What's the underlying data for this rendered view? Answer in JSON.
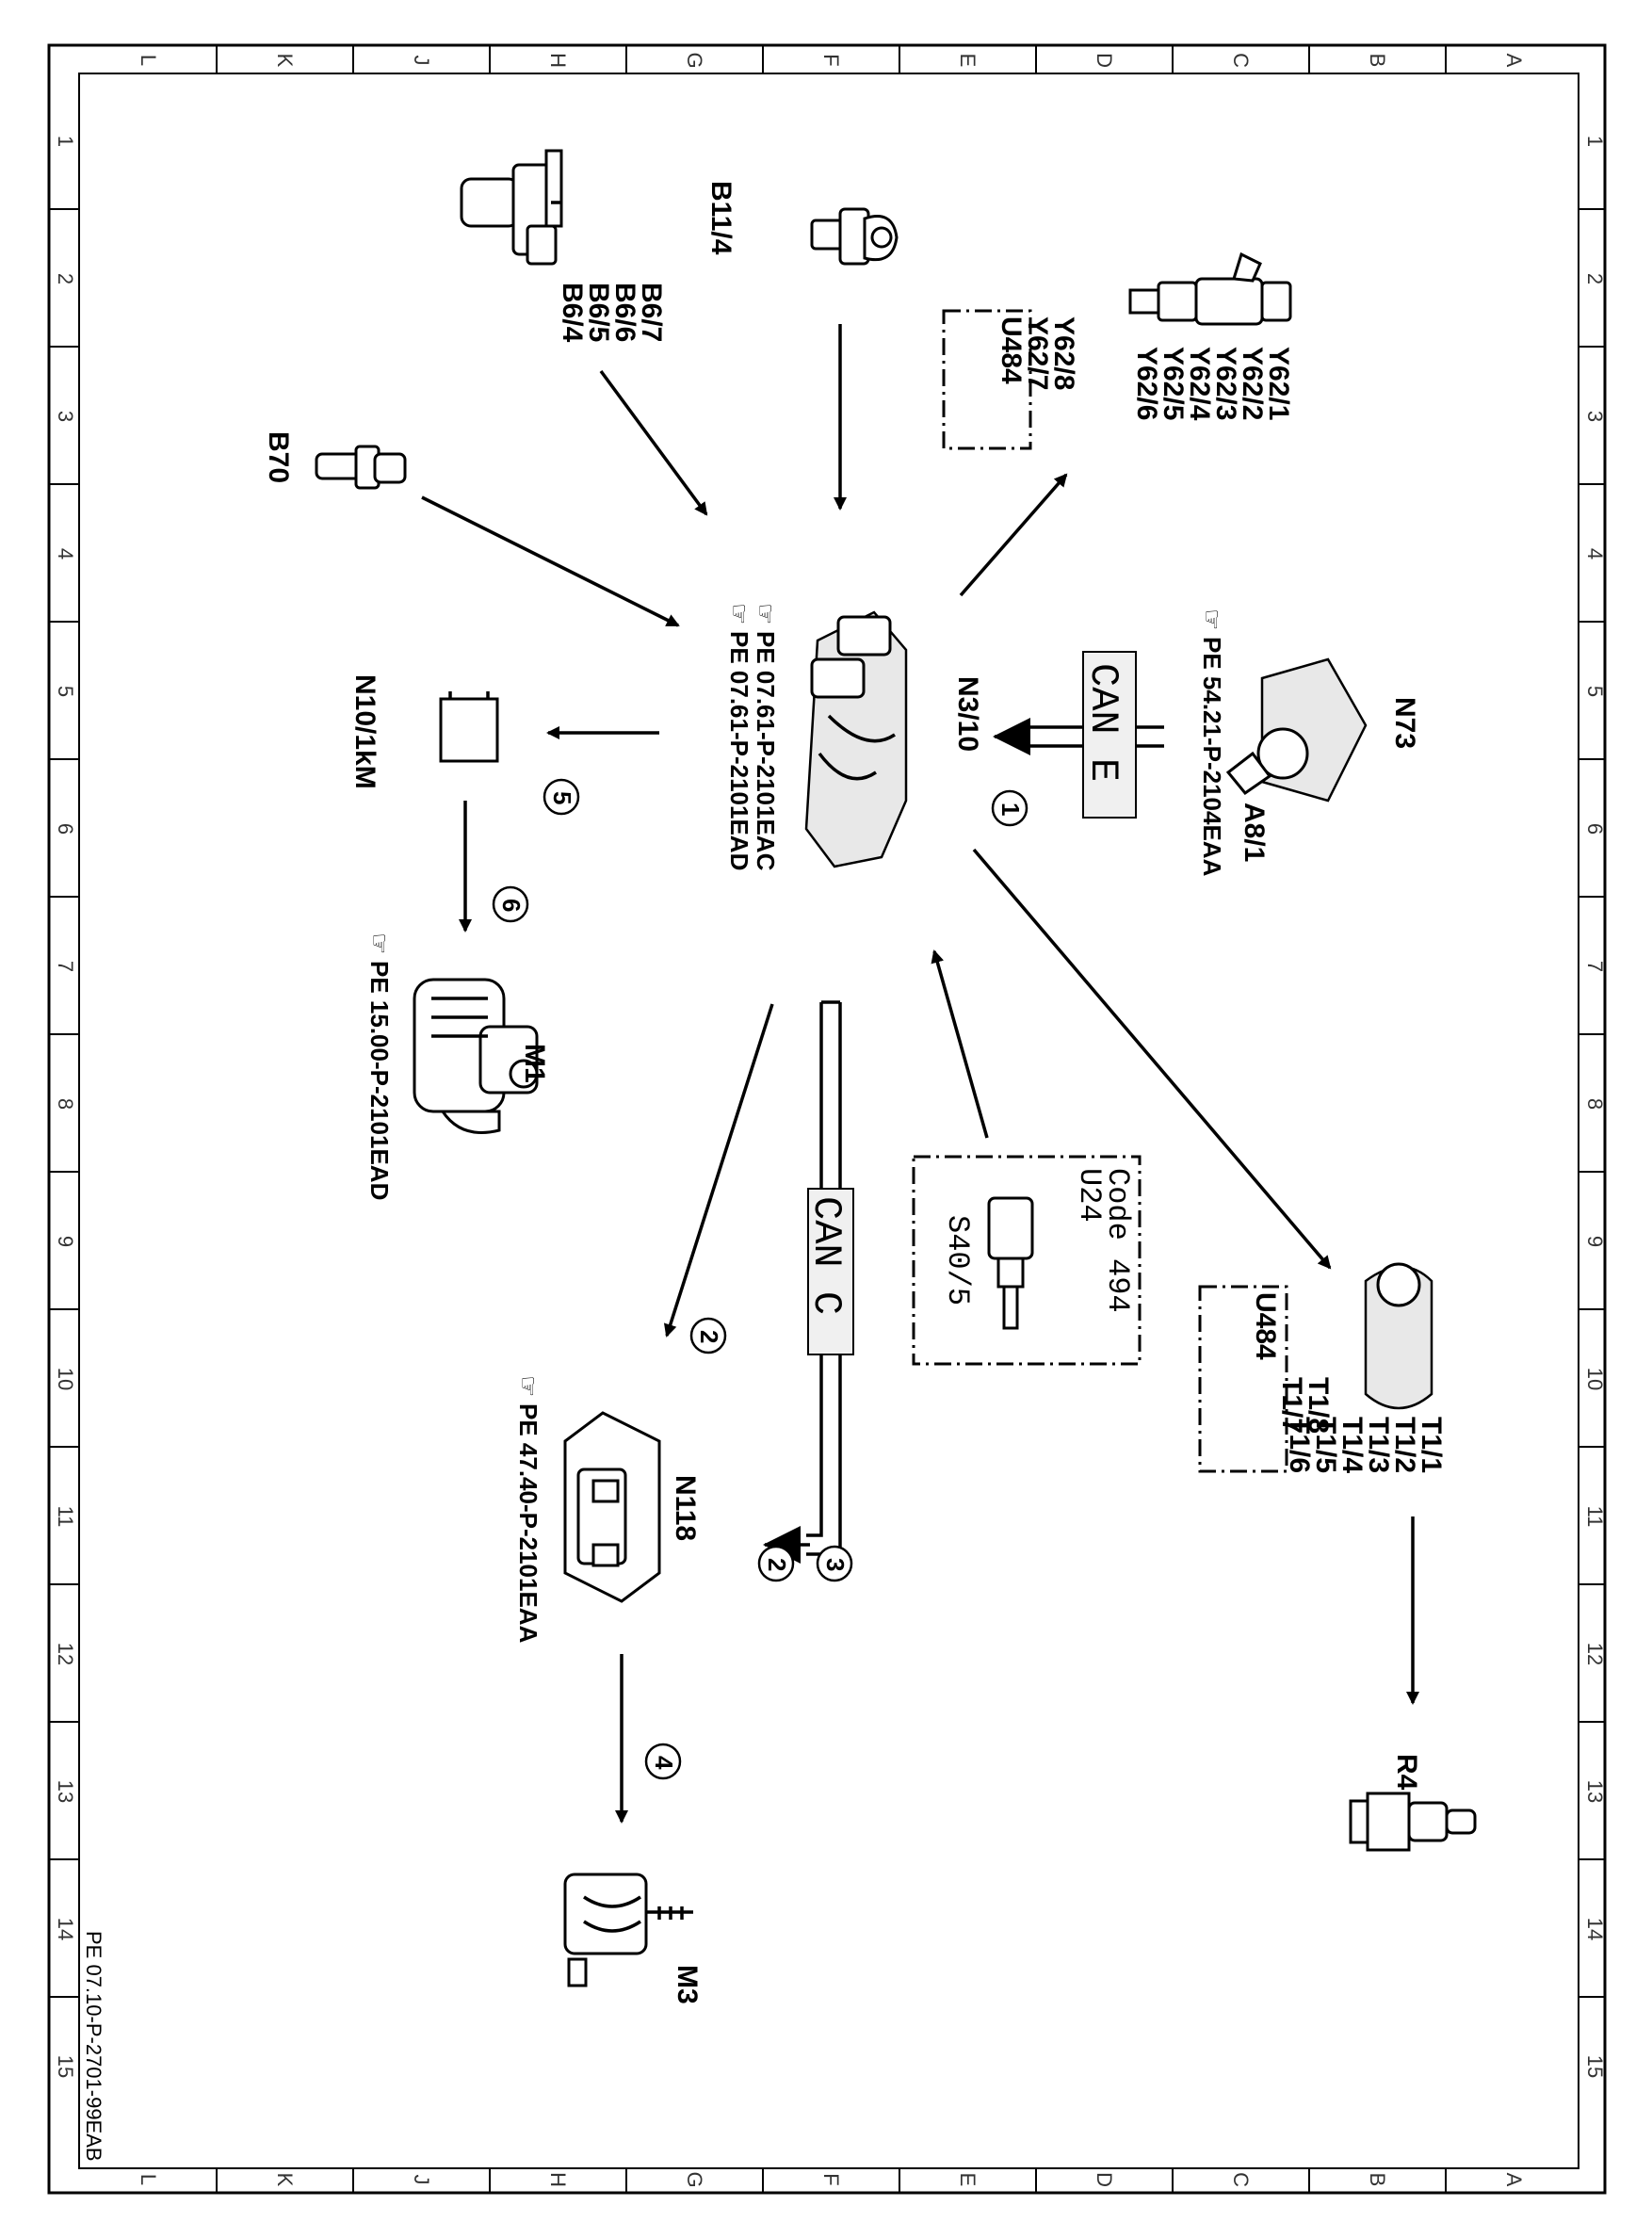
{
  "frame": {
    "columns": [
      "L",
      "K",
      "J",
      "H",
      "G",
      "F",
      "E",
      "D",
      "C",
      "B",
      "A"
    ],
    "rows": [
      "1",
      "2",
      "3",
      "4",
      "5",
      "6",
      "7",
      "8",
      "9",
      "10",
      "11",
      "12",
      "13",
      "14",
      "15"
    ]
  },
  "footer_id": "PE 07.10-P-2701-99EAB",
  "components": {
    "B11_4": "B11/4",
    "B6": [
      "B6/4",
      "B6/5",
      "B6/6",
      "B6/7"
    ],
    "B70": "B70",
    "N3_10": "N3/10",
    "N3_10_refs": [
      "PE  07.61-P-2101EAC",
      "PE  07.61-P-2101EAD"
    ],
    "N10_1kM": "N10/1kM",
    "M1": "M1",
    "M1_ref": "PE  15.00-P-2101EAD",
    "Y62": [
      "Y62/1",
      "Y62/2",
      "Y62/3",
      "Y62/4",
      "Y62/5",
      "Y62/6"
    ],
    "Y62_u484_box": [
      "U484",
      "Y62/7",
      "Y62/8"
    ],
    "N73": "N73",
    "N73_ref": "PE  54.21-P-2104EAA",
    "A8_1": "A8/1",
    "S40_5_box": [
      "Code  494",
      "U24"
    ],
    "S40_5": "S40/5",
    "T1": [
      "T1/1",
      "T1/2",
      "T1/3",
      "T1/4",
      "T1/5",
      "T1/6"
    ],
    "T1_u484_box": [
      "U484",
      "T1/7",
      "T1/8"
    ],
    "R4": "R4",
    "N118": "N118",
    "N118_ref": "PE  47.40-P-2101EAA",
    "M3": "M3"
  },
  "buses": {
    "can_e": "CAN E",
    "can_c": "CAN C"
  },
  "callouts": {
    "c1": "1",
    "c2a": "2",
    "c2b": "2",
    "c3": "3",
    "c4": "4",
    "c5": "5",
    "c6": "6"
  },
  "ref_icon": "pointing-hand-icon"
}
